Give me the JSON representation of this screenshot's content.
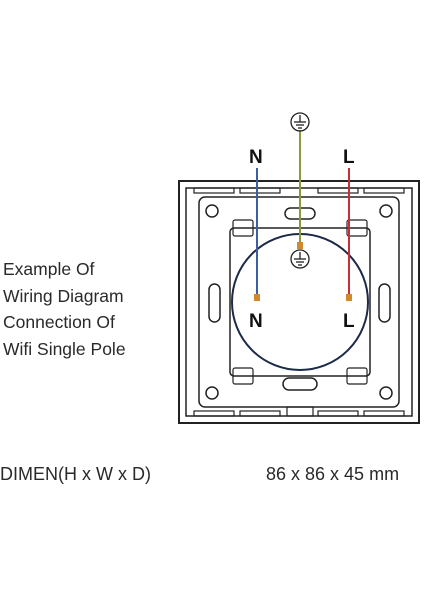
{
  "caption": {
    "lines": [
      "Example Of",
      "Wiring Diagram",
      "Connection Of",
      "Wifi Single Pole"
    ]
  },
  "diagram": {
    "top_labels": {
      "neutral": "N",
      "live": "L"
    },
    "inner_labels": {
      "neutral": "N",
      "live": "L"
    },
    "wire_colors": {
      "neutral": "#3b5fa0",
      "live": "#c4303a",
      "earth": "#8a9a3c"
    },
    "icons": [
      "ground-icon"
    ]
  },
  "dimensions": {
    "label": "DIMEN(H x W x D)",
    "value": "86 x 86 x 45 mm"
  }
}
